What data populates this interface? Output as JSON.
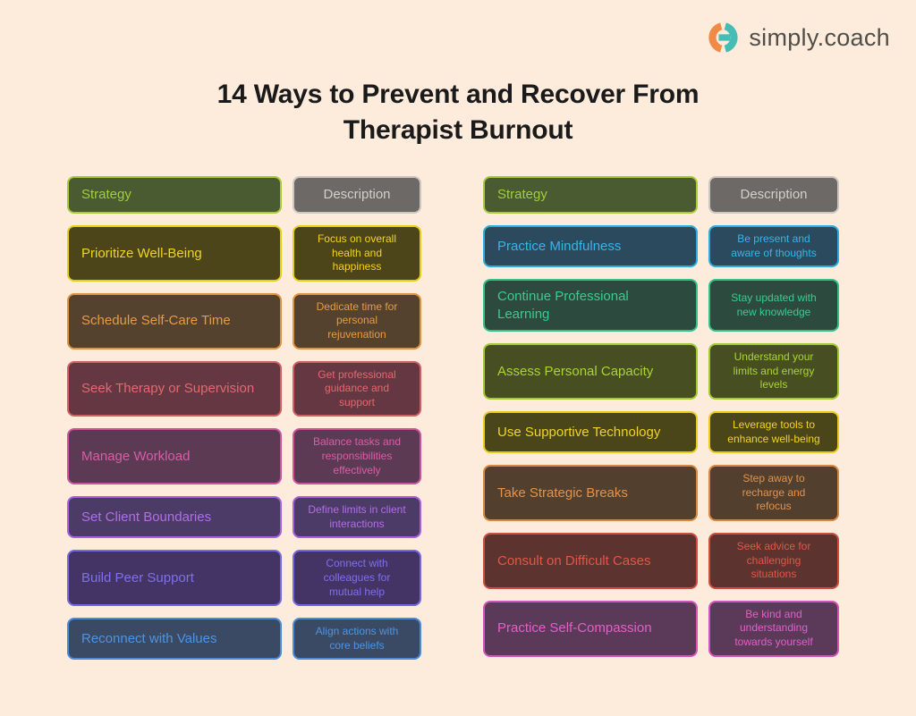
{
  "page": {
    "background_color": "#fdebdc",
    "title_color": "#1a1a1a"
  },
  "logo": {
    "text": "simply.coach",
    "icon": "simply-coach-logo-icon",
    "orange_color": "#ef8a47",
    "teal_color": "#45bdb5",
    "text_color": "#504e49"
  },
  "title": {
    "line1": "14 Ways to Prevent and Recover From",
    "line2": "Therapist Burnout"
  },
  "header_styles": {
    "strategy": {
      "text_color": "#9ecf3f",
      "border_color": "#a8ca3c",
      "bg_color": "#4a5a31"
    },
    "description": {
      "text_color": "#d4cfc7",
      "border_color": "#ccc7c0",
      "bg_color": "#6c6966"
    }
  },
  "tables": [
    {
      "headers": {
        "strategy": "Strategy",
        "description": "Description"
      },
      "rows": [
        {
          "strategy": "Prioritize Well-Being",
          "description": "Focus on overall\nhealth and\nhappiness",
          "text_color": "#f2d41f",
          "border_color": "#e5ce1a",
          "bg_color": "#4c451a"
        },
        {
          "strategy": "Schedule Self-Care Time",
          "description": "Dedicate time for\npersonal\nrejuvenation",
          "text_color": "#e69b43",
          "border_color": "#de9340",
          "bg_color": "#54422f"
        },
        {
          "strategy": "Seek Therapy or Supervision",
          "description": "Get professional\nguidance and\nsupport",
          "text_color": "#e2696e",
          "border_color": "#d25f64",
          "bg_color": "#643743"
        },
        {
          "strategy": "Manage Workload",
          "description": "Balance tasks and\nresponsibilities\neffectively",
          "text_color": "#d75da6",
          "border_color": "#cb549d",
          "bg_color": "#5d3a54"
        },
        {
          "strategy": "Set Client Boundaries",
          "description": "Define limits in client\ninteractions",
          "text_color": "#b06fe3",
          "border_color": "#a763de",
          "bg_color": "#4c3a67"
        },
        {
          "strategy": "Build Peer Support",
          "description": "Connect with\ncolleagues for\nmutual help",
          "text_color": "#7e70e8",
          "border_color": "#756ade",
          "bg_color": "#443465"
        },
        {
          "strategy": "Reconnect with Values",
          "description": "Align actions with\ncore beliefs",
          "text_color": "#4f93e0",
          "border_color": "#4a8cd7",
          "bg_color": "#3a4a64"
        }
      ]
    },
    {
      "headers": {
        "strategy": "Strategy",
        "description": "Description"
      },
      "rows": [
        {
          "strategy": "Practice Mindfulness",
          "description": "Be present and\naware of thoughts",
          "text_color": "#36b5e8",
          "border_color": "#2fabdf",
          "bg_color": "#2b4a5e"
        },
        {
          "strategy": "Continue Professional\nLearning",
          "description": "Stay updated with\nnew knowledge",
          "text_color": "#3acb90",
          "border_color": "#33c187",
          "bg_color": "#2d4a3f"
        },
        {
          "strategy": "Assess Personal Capacity",
          "description": "Understand your\nlimits and energy\nlevels",
          "text_color": "#abd336",
          "border_color": "#a3c931",
          "bg_color": "#474e22"
        },
        {
          "strategy": "Use Supportive Technology",
          "description": "Leverage tools to\nenhance well-being",
          "text_color": "#f1d522",
          "border_color": "#e7cc1c",
          "bg_color": "#4b451a"
        },
        {
          "strategy": "Take Strategic Breaks",
          "description": "Step away to\nrecharge and\nrefocus",
          "text_color": "#e3924a",
          "border_color": "#d9893f",
          "bg_color": "#523f2e"
        },
        {
          "strategy": "Consult on Difficult Cases",
          "description": "Seek advice for\nchallenging\nsituations",
          "text_color": "#de5848",
          "border_color": "#d04e40",
          "bg_color": "#5d332f"
        },
        {
          "strategy": "Practice Self-Compassion",
          "description": "Be kind and\nunderstanding\ntowards yourself",
          "text_color": "#e25fc7",
          "border_color": "#d355ba",
          "bg_color": "#5b3a59"
        }
      ]
    }
  ]
}
